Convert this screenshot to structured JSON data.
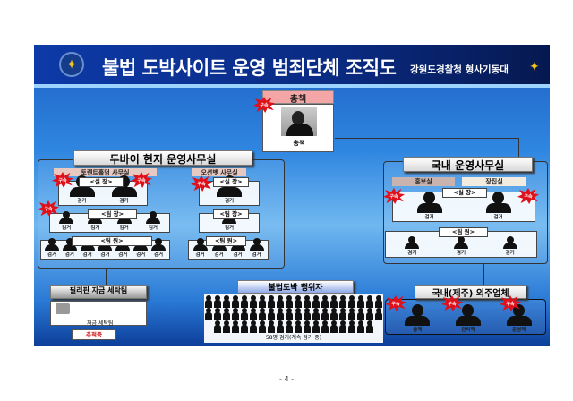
{
  "header": {
    "title": "불법 도박사이트 운영 범죄단체 조직도",
    "agency": "강원도경찰청 형사기동대",
    "emblem_icon": "police-emblem"
  },
  "boss": {
    "label": "총책",
    "caption": "총책",
    "status": "구속"
  },
  "dubai": {
    "title": "두바이 현지 운영사무실",
    "office1": {
      "name": "토렌트홀덤 사무실",
      "manager_label": "<실 장>",
      "leader_label": "<팀 장>",
      "member_label": "<팀 원>",
      "managers": 2,
      "leaders": 4,
      "members": 7,
      "person_caption": "검거"
    },
    "office2": {
      "name": "오션벳 사무실",
      "manager_label": "<실 장>",
      "leader_label": "<팀 장>",
      "member_label": "<팀 원>",
      "managers": 1,
      "leaders": 1,
      "members": 4,
      "person_caption": "검거"
    }
  },
  "domestic": {
    "title": "국내 운영사무실",
    "dept1": "홍보실",
    "dept2": "장집실",
    "manager_label": "<실 장>",
    "member_label": "<팀 원>",
    "managers": 2,
    "members": 3,
    "person_caption": "검거"
  },
  "laundering": {
    "title": "필리핀 자금 세탁팀",
    "caption": "자금 세탁팀",
    "status": "추적중"
  },
  "gamblers": {
    "title": "불법도박 행위자",
    "caption": "58명 검거(계속 검거 중)",
    "count": 58
  },
  "jeju": {
    "title": "국내(제주) 외주업체",
    "roles": [
      "총책",
      "관리책",
      "운영책"
    ]
  },
  "arrest_badge": "구속",
  "footer": {
    "page": "- 4 -"
  }
}
